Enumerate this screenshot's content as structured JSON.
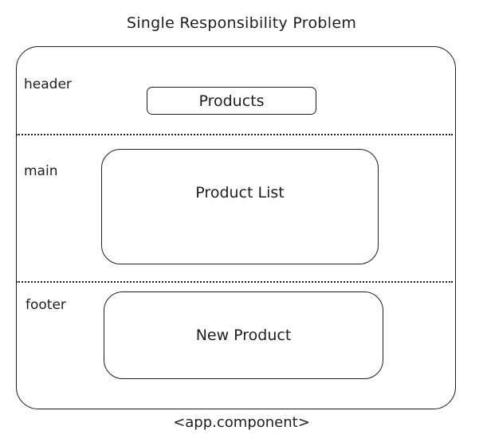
{
  "diagram": {
    "title": "Single Responsibility Problem",
    "regions": {
      "header": {
        "label": "header",
        "component": "Products"
      },
      "main": {
        "label": "main",
        "component": "Product List"
      },
      "footer": {
        "label": "footer",
        "component": "New Product"
      }
    },
    "container_label": "<app.component>"
  }
}
